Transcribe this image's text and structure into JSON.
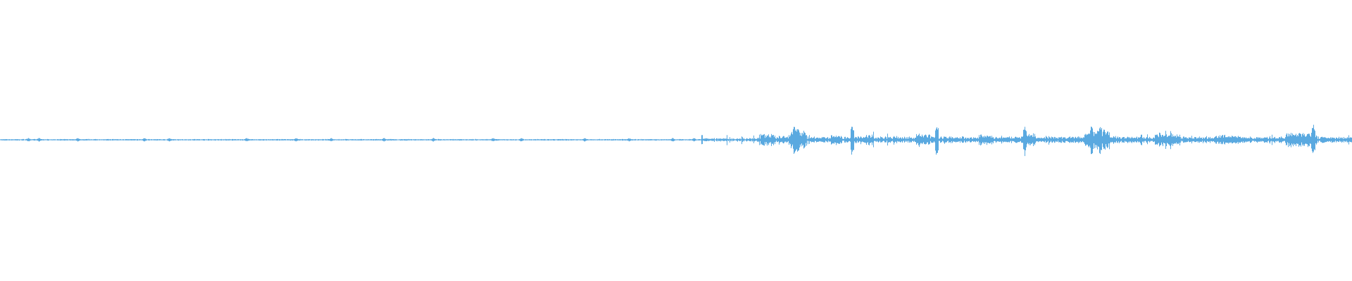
{
  "waveform": {
    "color": "#5aa9e0",
    "style": "audio-waveform",
    "quiet_section_end_fraction": 0.52,
    "seed": 7
  }
}
